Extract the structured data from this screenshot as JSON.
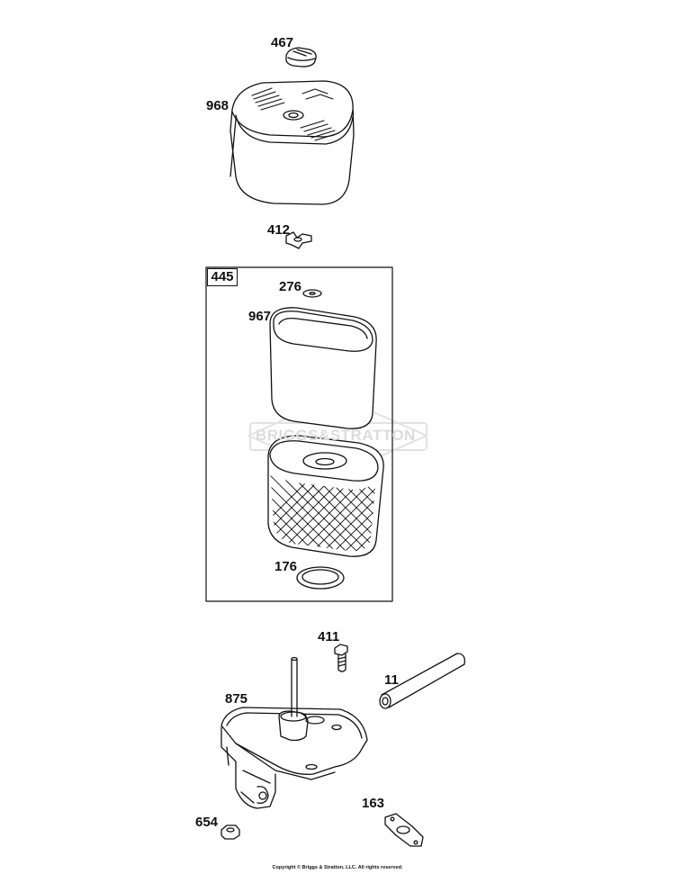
{
  "watermark": {
    "text": "BRIGGS&STRATTON"
  },
  "copyright": "Copyright © Briggs & Stratton, LLC. All rights reserved.",
  "kit": {
    "number": "445"
  },
  "callouts": {
    "knob": "467",
    "cover": "968",
    "wing_nut": "412",
    "washer": "276",
    "pre_cleaner": "967",
    "seal": "176",
    "screw": "411",
    "tube": "11",
    "base": "875",
    "nut": "654",
    "gasket": "163"
  }
}
